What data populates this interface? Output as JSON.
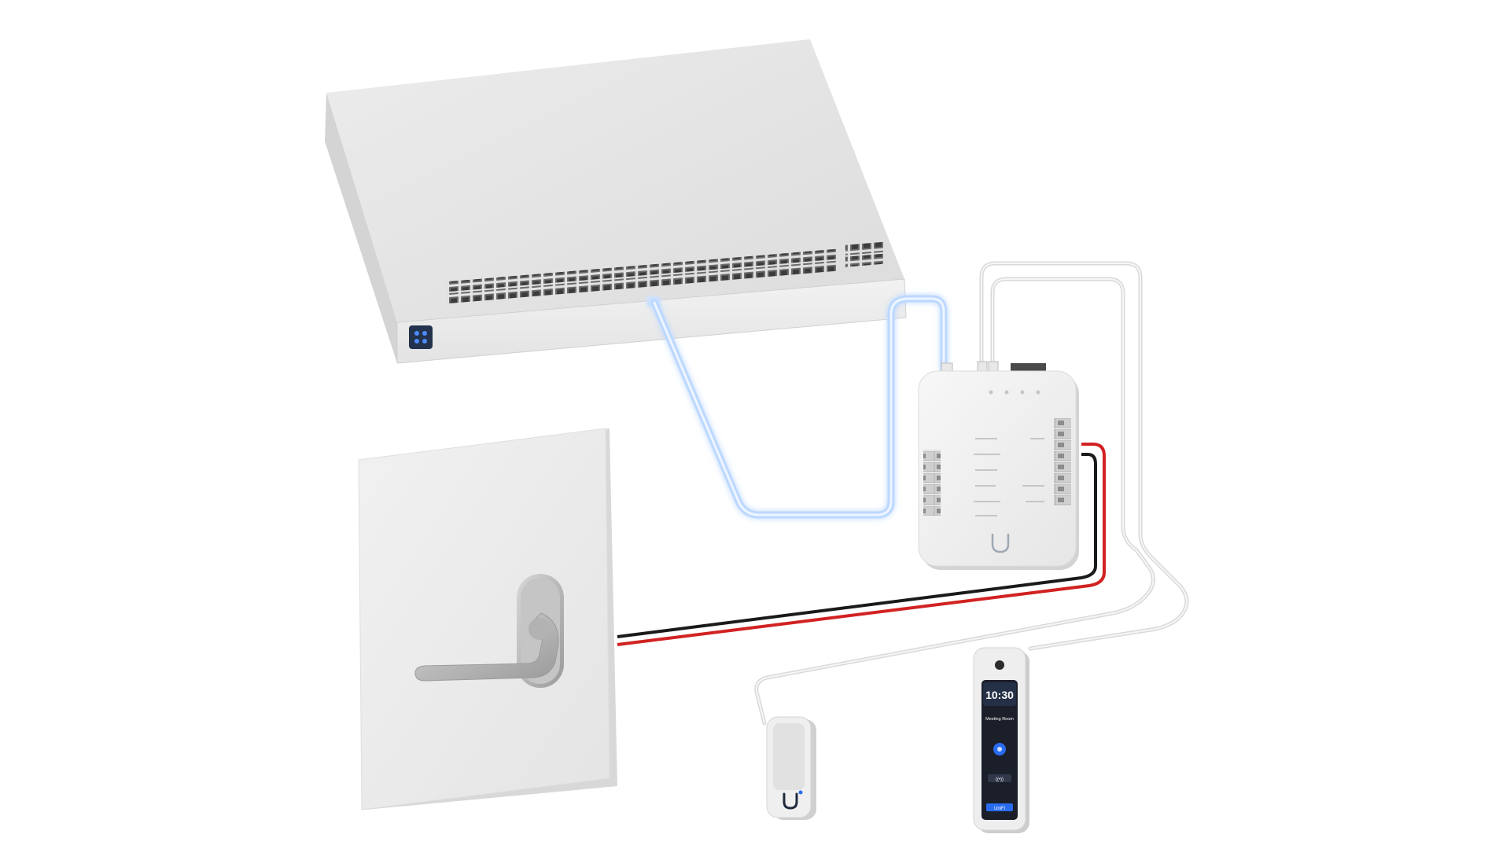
{
  "diagram": {
    "devices": [
      {
        "id": "switch",
        "icon": "network-switch-icon"
      },
      {
        "id": "access-hub",
        "icon": "access-hub-icon"
      },
      {
        "id": "door",
        "icon": "door-icon"
      },
      {
        "id": "door-handle",
        "icon": "lever-handle-icon"
      },
      {
        "id": "card-reader",
        "icon": "card-reader-icon"
      },
      {
        "id": "intercom-reader",
        "icon": "intercom-reader-icon"
      }
    ],
    "cables": [
      {
        "from": "switch",
        "to": "access-hub",
        "type": "ethernet",
        "color": "#bcd8ff",
        "highlighted": true
      },
      {
        "from": "access-hub",
        "to": "card-reader",
        "type": "ethernet",
        "color": "#d9d9d9"
      },
      {
        "from": "access-hub",
        "to": "intercom-reader",
        "type": "ethernet",
        "color": "#d9d9d9"
      },
      {
        "from": "access-hub",
        "to": "door-handle",
        "type": "power-lock",
        "colors": [
          "#1a1a1a",
          "#d22222"
        ]
      }
    ],
    "intercom_screen": {
      "time": "10:30",
      "name": "Meeting Room",
      "badge": "((•))",
      "brand": "UniFi"
    },
    "colors": {
      "device": "#ebebeb",
      "device_shadow": "#c9c9c9",
      "highlight": "#bcd8ff",
      "accent_blue": "#2a6cf0",
      "lock_red": "#d22222",
      "lock_black": "#1a1a1a"
    }
  }
}
